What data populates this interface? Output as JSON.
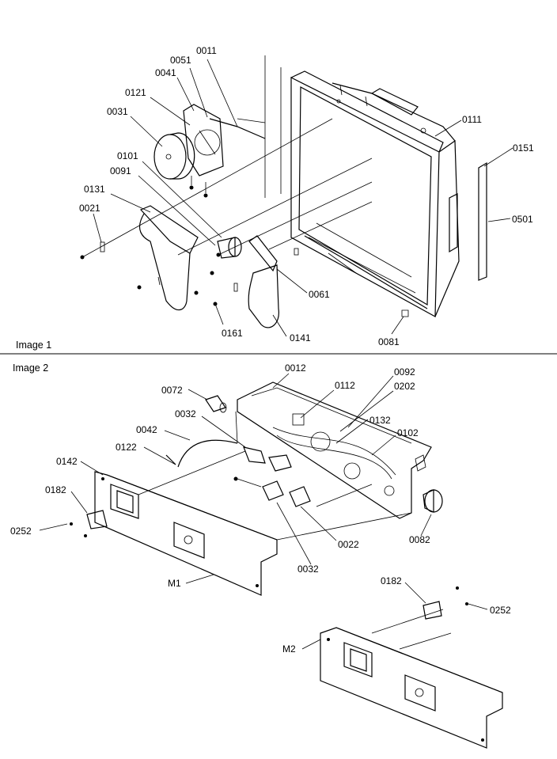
{
  "image1": {
    "title": "Image 1",
    "labels": [
      "0011",
      "0051",
      "0041",
      "0121",
      "0031",
      "0101",
      "0091",
      "0131",
      "0021",
      "0111",
      "0151",
      "0501",
      "0061",
      "0161",
      "0141",
      "0081"
    ]
  },
  "image2": {
    "title": "Image 2",
    "labels": [
      "0012",
      "0092",
      "0202",
      "0112",
      "0072",
      "0032",
      "0132",
      "0102",
      "0042",
      "0122",
      "0142",
      "0182",
      "0252",
      "0022",
      "0082",
      "0032",
      "M1",
      "0182",
      "0252",
      "M2"
    ]
  }
}
